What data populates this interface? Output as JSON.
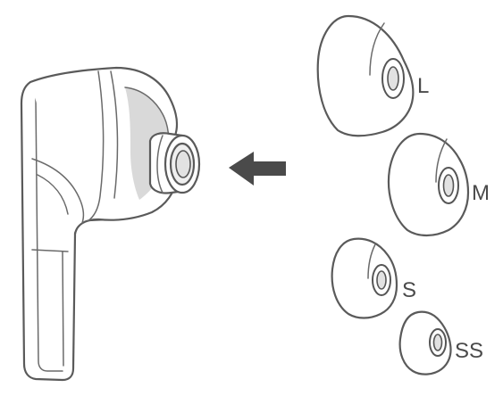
{
  "eartips": [
    {
      "key": "large",
      "label": "L"
    },
    {
      "key": "medium",
      "label": "M"
    },
    {
      "key": "small",
      "label": "S"
    },
    {
      "key": "extra-small",
      "label": "SS"
    }
  ],
  "colors": {
    "line": "#5a5a5a",
    "shade": "#d9d9d9",
    "arrow": "#4a4a4a",
    "background": "#ffffff"
  },
  "icons": {
    "earbud": "earbud-icon",
    "direction": "arrow-left-icon"
  }
}
